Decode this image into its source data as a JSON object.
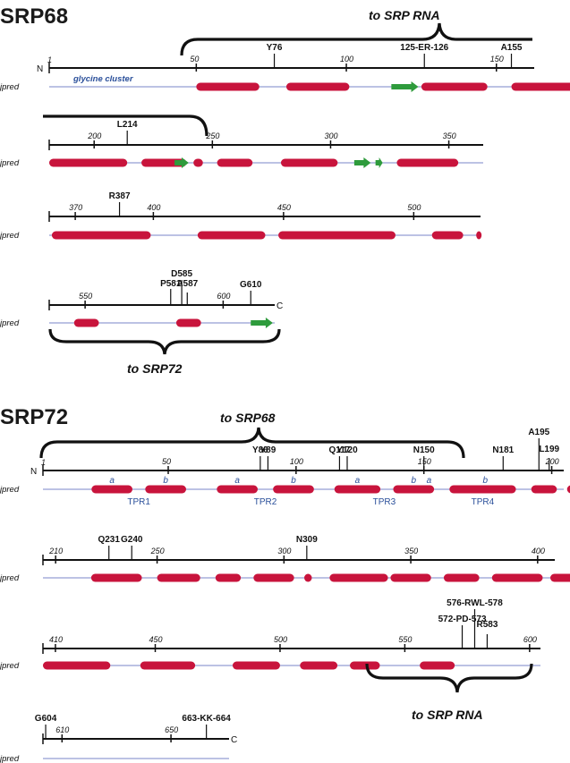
{
  "colors": {
    "helix": "#c8143c",
    "strand": "#2e9b3c",
    "jpred_line": "#7a86c8",
    "axis": "#111111",
    "blue_text": "#2a4f9a"
  },
  "srp68": {
    "title": "SRP68",
    "to_srp_rna": "to SRP RNA",
    "to_srp72": "to SRP72",
    "glycine_cluster": "glycine cluster",
    "n_label": "N",
    "c_label": "C",
    "start_label": "1",
    "jpred": "jpred",
    "rows": [
      {
        "start": 1,
        "end": 162,
        "ticks": [
          [
            "50",
            50
          ],
          [
            "100",
            100
          ],
          [
            "150",
            150
          ]
        ],
        "sites": [
          [
            "Y76",
            76
          ],
          [
            "125-ER-126",
            126
          ],
          [
            "A155",
            155
          ]
        ],
        "helices": [
          [
            50,
            71
          ],
          [
            80,
            101
          ],
          [
            125,
            147
          ],
          [
            155,
            177
          ]
        ],
        "strands": [
          [
            115,
            124
          ]
        ]
      },
      {
        "start": 181,
        "end": 360,
        "ticks": [
          [
            "200",
            200
          ],
          [
            "250",
            250
          ],
          [
            "300",
            300
          ],
          [
            "350",
            350
          ]
        ],
        "sites": [
          [
            "L214",
            214
          ]
        ],
        "helices": [
          [
            181,
            214
          ],
          [
            220,
            239
          ],
          [
            242,
            246
          ],
          [
            252,
            267
          ],
          [
            279,
            303
          ],
          [
            328,
            354
          ]
        ],
        "strands": [
          [
            234,
            240
          ],
          [
            310,
            317
          ],
          [
            319,
            321
          ]
        ]
      },
      {
        "start": 360,
        "end": 526,
        "ticks": [
          [
            "370",
            370
          ],
          [
            "400",
            400
          ],
          [
            "450",
            450
          ],
          [
            "500",
            500
          ]
        ],
        "sites": [
          [
            "R387",
            387
          ]
        ],
        "helices": [
          [
            361,
            399
          ],
          [
            417,
            443
          ],
          [
            448,
            493
          ],
          [
            507,
            519
          ],
          [
            524,
            526
          ]
        ],
        "strands": []
      },
      {
        "start": 537,
        "end": 619,
        "ticks": [
          [
            "550",
            550
          ],
          [
            "600",
            600
          ]
        ],
        "sites": [
          [
            "P581",
            581
          ],
          [
            "D585",
            585
          ],
          [
            "A587",
            587
          ],
          [
            "G610",
            610
          ]
        ],
        "helices": [
          [
            546,
            555
          ],
          [
            583,
            592
          ]
        ],
        "strands": [
          [
            610,
            618
          ]
        ]
      }
    ]
  },
  "srp72": {
    "title": "SRP72",
    "to_srp68": "to SRP68",
    "to_srp_rna": "to SRP RNA",
    "n_label": "N",
    "c_label": "C",
    "start_label": "1",
    "jpred": "jpred",
    "tpr_labels": [
      "TPR1",
      "TPR2",
      "TPR3",
      "TPR4"
    ],
    "tpr_sub": [
      "a",
      "b"
    ],
    "rows": [
      {
        "start": 1,
        "end": 204,
        "ticks": [
          [
            "50",
            50
          ],
          [
            "100",
            100
          ],
          [
            "150",
            150
          ],
          [
            "200",
            200
          ]
        ],
        "sites": [
          [
            "Y86",
            86
          ],
          [
            "Y89",
            89
          ],
          [
            "Q117",
            117
          ],
          [
            "Y120",
            120
          ],
          [
            "N150",
            150
          ],
          [
            "N181",
            181
          ],
          [
            "A195",
            195
          ],
          [
            "L199",
            199
          ]
        ],
        "helices": [
          [
            20,
            36
          ],
          [
            41,
            57
          ],
          [
            69,
            85
          ],
          [
            91,
            107
          ],
          [
            115,
            133
          ],
          [
            138,
            154
          ],
          [
            160,
            186
          ],
          [
            192,
            202
          ],
          [
            206,
            217
          ]
        ],
        "strands": []
      },
      {
        "start": 205,
        "end": 405,
        "ticks": [
          [
            "210",
            210
          ],
          [
            "250",
            250
          ],
          [
            "300",
            300
          ],
          [
            "350",
            350
          ],
          [
            "400",
            400
          ]
        ],
        "sites": [
          [
            "Q231",
            231
          ],
          [
            "G240",
            240
          ],
          [
            "N309",
            309
          ]
        ],
        "helices": [
          [
            224,
            244
          ],
          [
            250,
            267
          ],
          [
            273,
            283
          ],
          [
            288,
            304
          ],
          [
            308,
            311
          ],
          [
            318,
            341
          ],
          [
            342,
            358
          ],
          [
            363,
            377
          ],
          [
            382,
            402
          ],
          [
            405,
            423
          ]
        ],
        "strands": []
      },
      {
        "start": 405,
        "end": 604,
        "ticks": [
          [
            "410",
            410
          ],
          [
            "450",
            450
          ],
          [
            "500",
            500
          ],
          [
            "550",
            550
          ],
          [
            "600",
            600
          ]
        ],
        "sites": [
          [
            "572-PD-573",
            573
          ],
          [
            "576-RWL-578",
            578
          ],
          [
            "R583",
            583
          ]
        ],
        "helices": [
          [
            405,
            432
          ],
          [
            444,
            466
          ],
          [
            481,
            500
          ],
          [
            508,
            523
          ],
          [
            528,
            540
          ],
          [
            556,
            570
          ]
        ],
        "strands": []
      },
      {
        "start": 603,
        "end": 671,
        "ticks": [
          [
            "610",
            610
          ],
          [
            "650",
            650
          ]
        ],
        "sites": [
          [
            "G604",
            604
          ],
          [
            "663-KK-664",
            663
          ]
        ],
        "helices": [],
        "strands": []
      }
    ]
  }
}
